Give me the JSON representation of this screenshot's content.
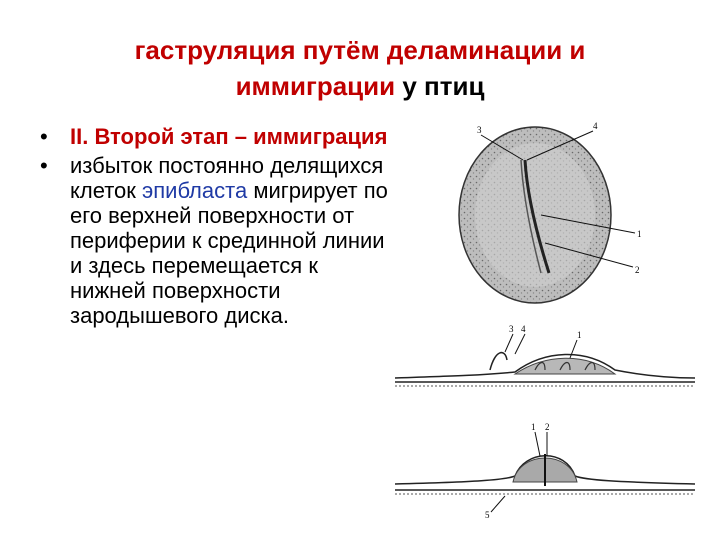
{
  "slide": {
    "title_line1_red": "гаструляция путём деламинации и",
    "title_line2_red": "иммиграции",
    "title_line2_black": " у птиц"
  },
  "bullets": {
    "item1": {
      "marker": "•",
      "text": "II. Второй этап – иммиграция",
      "color": "#c00000"
    },
    "item2": {
      "marker": "•",
      "text_before": "избыток постоянно делящихся клеток ",
      "highlight": "эпибласта",
      "highlight_color": "#1f3aa5",
      "text_after": " мигрирует по его верхней поверхности от периферии к срединной линии и здесь перемещается к нижней поверхности зародышевого диска."
    }
  },
  "figure": {
    "top_labels": [
      "3",
      "4",
      "1",
      "2"
    ],
    "middle_labels": [
      "3",
      "4",
      "1"
    ],
    "bottom_labels": [
      "1",
      "2",
      "5"
    ]
  }
}
